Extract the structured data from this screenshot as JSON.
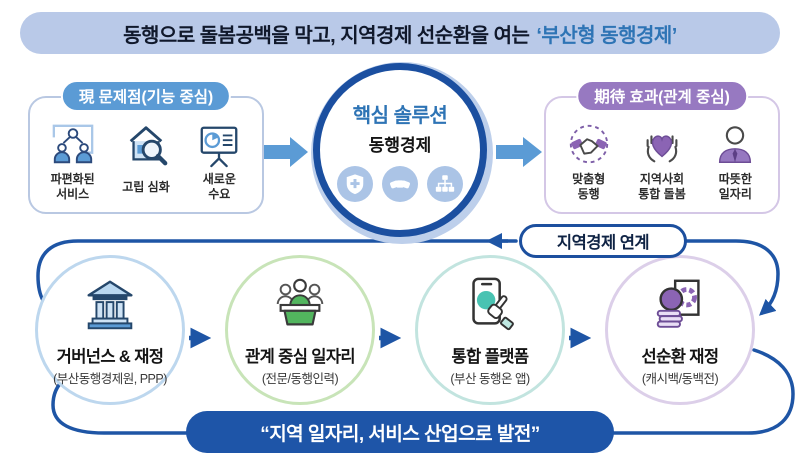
{
  "top_banner": {
    "prefix": "동행으로 돌봄공백을 막고, 지역경제 선순환을 여는",
    "highlight": "‘부산형 동행경제’"
  },
  "problem_box": {
    "title": "現 문제점(기능 중심)",
    "items": [
      {
        "label": "파편화된\n서비스",
        "icon": "fragmented-services-icon"
      },
      {
        "label": "고립 심화",
        "icon": "isolation-house-magnifier-icon"
      },
      {
        "label": "새로운\n수요",
        "icon": "new-demand-chart-icon"
      }
    ]
  },
  "solution": {
    "title": "핵심 솔루션",
    "name": "동행경제",
    "icons": [
      "shield-cross-icon",
      "handshake-icon",
      "org-chart-icon"
    ]
  },
  "effect_box": {
    "title": "期待 효과(관계 중심)",
    "items": [
      {
        "label": "맞춤형\n동행",
        "icon": "handshake-dotted-circle-icon"
      },
      {
        "label": "지역사회\n통합 돌봄",
        "icon": "hands-heart-icon"
      },
      {
        "label": "따뜻한\n일자리",
        "icon": "worker-person-icon"
      }
    ]
  },
  "linkage": {
    "label": "지역경제 연계"
  },
  "flow_steps": [
    {
      "title": "거버넌스 & 재정",
      "subtitle": "(부산동행경제원, PPP)",
      "icon": "bank-building-icon",
      "accent": "#5b9bd5",
      "ring": "#bdd7ee"
    },
    {
      "title": "관계 중심 일자리",
      "subtitle": "(전문/동행인력)",
      "icon": "podium-people-icon",
      "accent": "#52b55e",
      "ring": "#c8e4b8"
    },
    {
      "title": "통합 플랫폼",
      "subtitle": "(부산 동행온 앱)",
      "icon": "phone-tap-icon",
      "accent": "#49c3b2",
      "ring": "#c2e4df"
    },
    {
      "title": "선순환 재정",
      "subtitle": "(캐시백/동백전)",
      "icon": "coins-circulation-icon",
      "accent": "#8b64b4",
      "ring": "#dccfe9"
    }
  ],
  "bottom_banner": {
    "text": "“지역 일자리, 서비스 산업으로 발전”"
  },
  "colors": {
    "banner_bg": "#b9c9e8",
    "banner_text": "#10182b",
    "banner_highlight": "#2e74b5",
    "problem_accent": "#5b9bd5",
    "effect_accent": "#9779c1",
    "solution_ring": "#1b4fa0",
    "solution_halo": "#bdcfeb",
    "loop_arrow": "#1e55a5",
    "bottom_banner_bg": "#1e55a8"
  }
}
